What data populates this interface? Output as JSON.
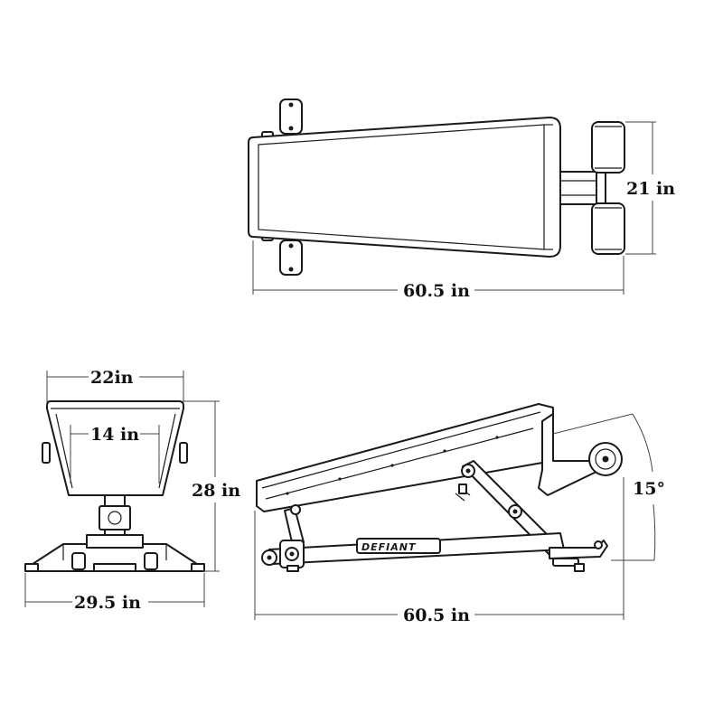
{
  "diagram": {
    "brand": "DEFIANT",
    "dimensions": {
      "top_width": "21 in",
      "top_length": "60.5 in",
      "front_top_width": "22in",
      "front_inner_width": "14 in",
      "front_height": "28 in",
      "front_base_width": "29.5 in",
      "side_angle": "15°",
      "side_length": "60.5 in"
    }
  }
}
